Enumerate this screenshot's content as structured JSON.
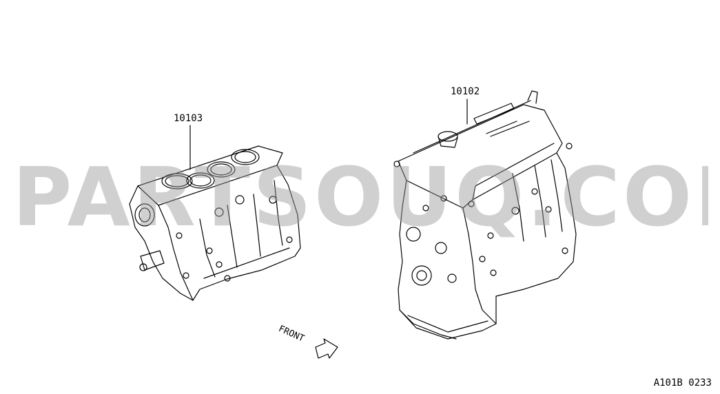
{
  "parts": [
    {
      "number": "10103",
      "part": "short-engine-block"
    },
    {
      "number": "10102",
      "part": "complete-engine-assembly"
    }
  ],
  "front_label": "FRONT",
  "diagram_code": "A101B 0233",
  "watermark": "PARTSOUQ.COM",
  "colors": {
    "line": "#000000",
    "background": "#ffffff",
    "watermark": "#a0a0a0"
  }
}
